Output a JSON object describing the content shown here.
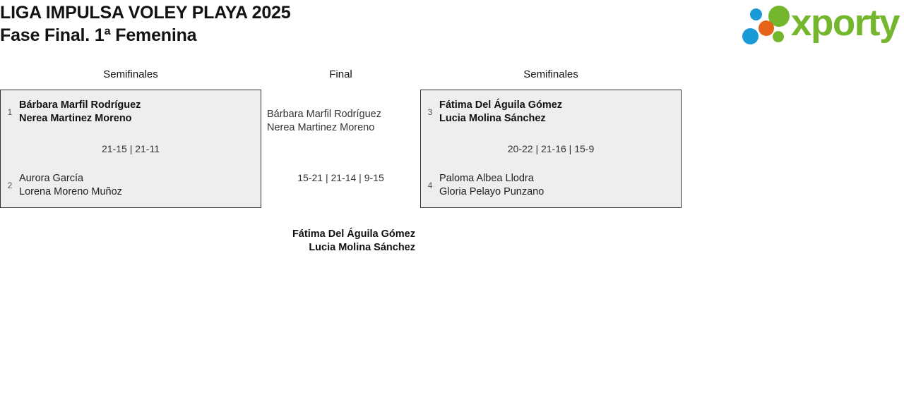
{
  "header": {
    "title_line1": "LIGA IMPULSA VOLEY PLAYA 2025",
    "title_line2": "Fase Final. 1ª Femenina",
    "logo_word": "xporty",
    "logo_colors": {
      "green": "#74b72e",
      "blue": "#1a9ad7",
      "orange": "#e8631a"
    }
  },
  "bracket": {
    "rounds": {
      "left_label": "Semifinales",
      "center_label": "Final",
      "right_label": "Semifinales"
    },
    "semifinal_left": {
      "top": {
        "seed": "1",
        "player1": "Bárbara Marfil Rodríguez",
        "player2": "Nerea Martinez Moreno",
        "winner": true
      },
      "bottom": {
        "seed": "2",
        "player1": "Aurora García",
        "player2": "Lorena Moreno Muñoz",
        "winner": false
      },
      "score": "21-15 | 21-11"
    },
    "semifinal_right": {
      "top": {
        "seed": "3",
        "player1": "Fátima Del Águila Gómez",
        "player2": "Lucia Molina Sánchez",
        "winner": true
      },
      "bottom": {
        "seed": "4",
        "player1": "Paloma Albea Llodra",
        "player2": "Gloria Pelayo Punzano",
        "winner": false
      },
      "score": "20-22 | 21-16 | 15-9"
    },
    "final": {
      "finalist": {
        "player1": "Bárbara Marfil Rodríguez",
        "player2": "Nerea Martinez Moreno"
      },
      "score": "15-21 | 21-14 | 9-15",
      "champion": {
        "player1": "Fátima Del Águila Gómez",
        "player2": "Lucia Molina Sánchez"
      }
    }
  }
}
